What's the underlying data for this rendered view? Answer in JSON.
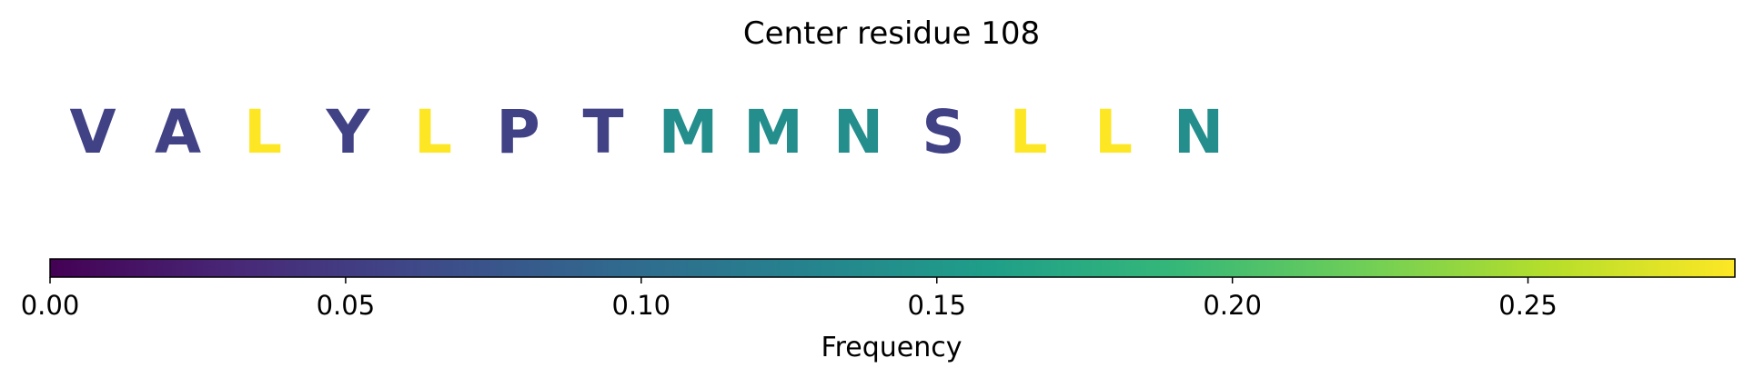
{
  "chart_data": {
    "type": "sequence-logo",
    "title": "Center residue 108",
    "residues": [
      {
        "letter": "V",
        "frequency": 0.055
      },
      {
        "letter": "A",
        "frequency": 0.055
      },
      {
        "letter": "L",
        "frequency": 0.285
      },
      {
        "letter": "Y",
        "frequency": 0.055
      },
      {
        "letter": "L",
        "frequency": 0.285
      },
      {
        "letter": "P",
        "frequency": 0.055
      },
      {
        "letter": "T",
        "frequency": 0.055
      },
      {
        "letter": "M",
        "frequency": 0.14
      },
      {
        "letter": "M",
        "frequency": 0.14
      },
      {
        "letter": "N",
        "frequency": 0.14
      },
      {
        "letter": "S",
        "frequency": 0.055
      },
      {
        "letter": "L",
        "frequency": 0.285
      },
      {
        "letter": "L",
        "frequency": 0.285
      },
      {
        "letter": "N",
        "frequency": 0.14
      }
    ],
    "colorbar": {
      "label": "Frequency",
      "range": [
        0,
        0.285
      ],
      "ticks": [
        0.0,
        0.05,
        0.1,
        0.15,
        0.2,
        0.25
      ],
      "tick_labels": [
        "0.00",
        "0.05",
        "0.10",
        "0.15",
        "0.20",
        "0.25"
      ],
      "colormap": "viridis",
      "colormap_stops": [
        "#440154",
        "#482878",
        "#3e4a89",
        "#31688e",
        "#26828e",
        "#1f9e89",
        "#35b779",
        "#6ece58",
        "#b5de2b",
        "#fde725"
      ]
    }
  }
}
